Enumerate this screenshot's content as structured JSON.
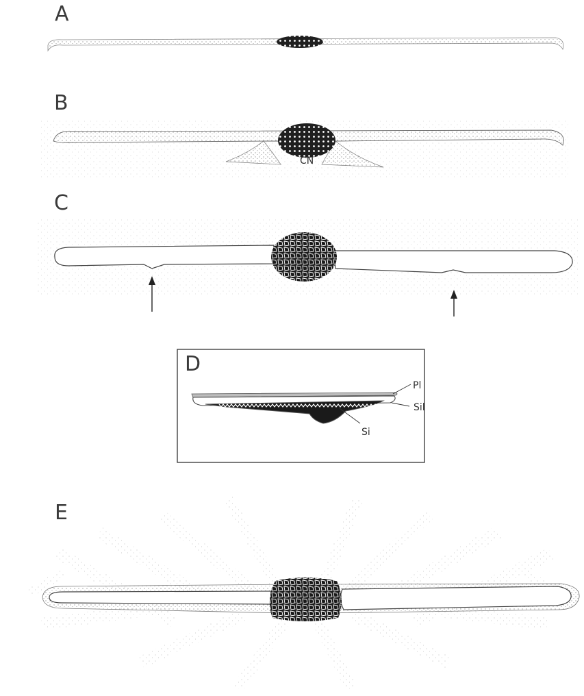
{
  "panels": {
    "a": {
      "label": "A"
    },
    "b": {
      "label": "B",
      "annotation": "CN"
    },
    "c": {
      "label": "C"
    },
    "d": {
      "label": "D",
      "annotations": {
        "pl": "Pl",
        "sil": "Sil",
        "si": "Si"
      }
    },
    "e": {
      "label": "E"
    }
  },
  "colors": {
    "ink": "#2a2a2a",
    "stipple": "#6b6b6b",
    "background": "#ffffff"
  }
}
